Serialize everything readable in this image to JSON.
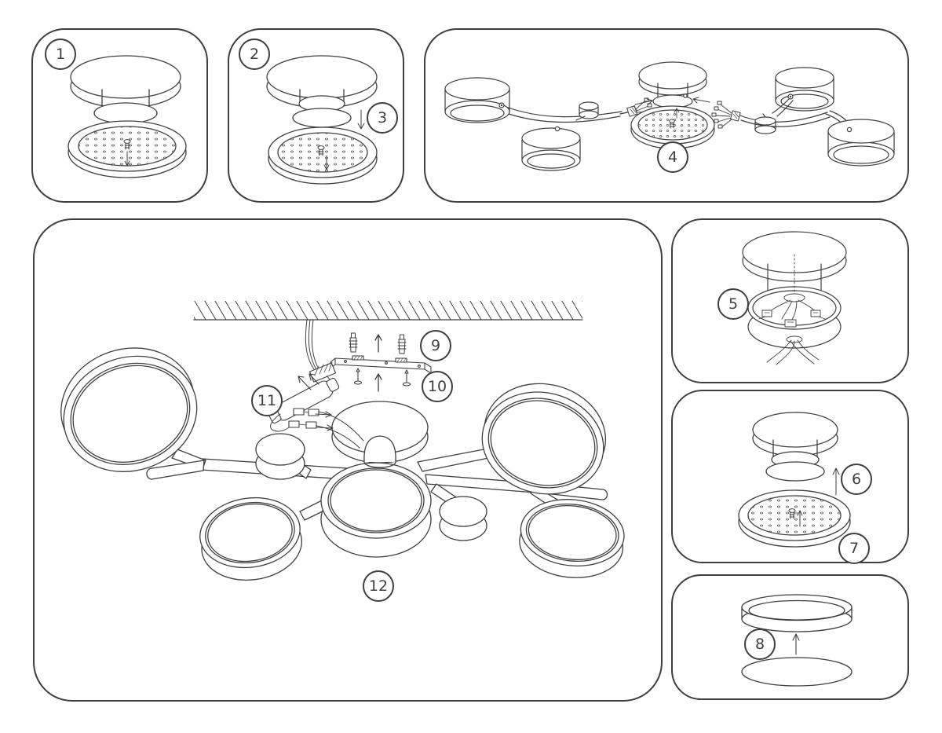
{
  "meta": {
    "background_color": "#ffffff",
    "line_color": "#3f3f3f",
    "content_type": "assembly instruction diagram"
  },
  "steps": [
    {
      "num": "1"
    },
    {
      "num": "2"
    },
    {
      "num": "3"
    },
    {
      "num": "4"
    },
    {
      "num": "5"
    },
    {
      "num": "6"
    },
    {
      "num": "7"
    },
    {
      "num": "8"
    },
    {
      "num": "9"
    },
    {
      "num": "10"
    },
    {
      "num": "11"
    },
    {
      "num": "12"
    }
  ],
  "icons": {
    "up_arrow": "↑",
    "down_arrow": "↓",
    "right_arrow": "→",
    "left_arrow": "←"
  }
}
